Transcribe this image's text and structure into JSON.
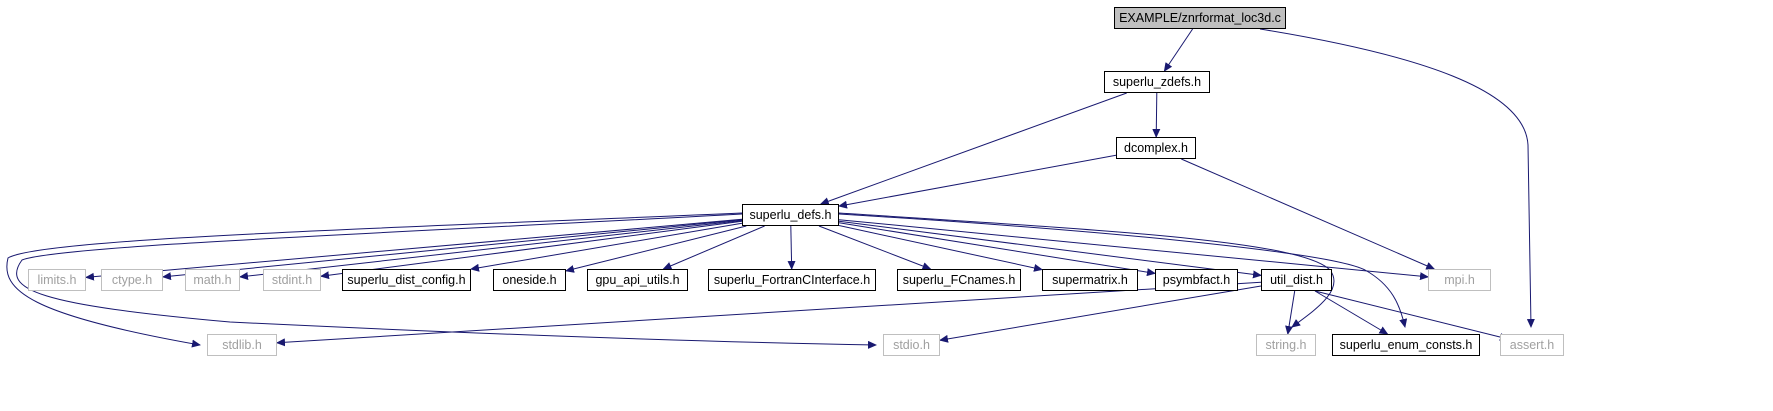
{
  "graph": {
    "edge_color": "#191970",
    "nodes": [
      {
        "id": "root",
        "label": "EXAMPLE/znrformat_loc3d.c",
        "kind": "root"
      },
      {
        "id": "zdefs",
        "label": "superlu_zdefs.h",
        "kind": "documented"
      },
      {
        "id": "dcomplex",
        "label": "dcomplex.h",
        "kind": "documented"
      },
      {
        "id": "defs",
        "label": "superlu_defs.h",
        "kind": "documented"
      },
      {
        "id": "limits",
        "label": "limits.h",
        "kind": "external"
      },
      {
        "id": "ctype",
        "label": "ctype.h",
        "kind": "external"
      },
      {
        "id": "math",
        "label": "math.h",
        "kind": "external"
      },
      {
        "id": "stdint",
        "label": "stdint.h",
        "kind": "external"
      },
      {
        "id": "config",
        "label": "superlu_dist_config.h",
        "kind": "documented"
      },
      {
        "id": "oneside",
        "label": "oneside.h",
        "kind": "documented"
      },
      {
        "id": "gpu",
        "label": "gpu_api_utils.h",
        "kind": "documented"
      },
      {
        "id": "fortran",
        "label": "superlu_FortranCInterface.h",
        "kind": "documented"
      },
      {
        "id": "fcnames",
        "label": "superlu_FCnames.h",
        "kind": "documented"
      },
      {
        "id": "supermatrix",
        "label": "supermatrix.h",
        "kind": "documented"
      },
      {
        "id": "psymbfact",
        "label": "psymbfact.h",
        "kind": "documented"
      },
      {
        "id": "util",
        "label": "util_dist.h",
        "kind": "documented"
      },
      {
        "id": "mpi",
        "label": "mpi.h",
        "kind": "external"
      },
      {
        "id": "assert",
        "label": "assert.h",
        "kind": "external"
      },
      {
        "id": "stdlib",
        "label": "stdlib.h",
        "kind": "external"
      },
      {
        "id": "stdio",
        "label": "stdio.h",
        "kind": "external"
      },
      {
        "id": "string",
        "label": "string.h",
        "kind": "external"
      },
      {
        "id": "enum",
        "label": "superlu_enum_consts.h",
        "kind": "documented"
      }
    ],
    "edges": [
      [
        "root",
        "zdefs"
      ],
      [
        "root",
        "assert"
      ],
      [
        "zdefs",
        "dcomplex"
      ],
      [
        "zdefs",
        "defs"
      ],
      [
        "dcomplex",
        "defs"
      ],
      [
        "dcomplex",
        "mpi"
      ],
      [
        "defs",
        "limits"
      ],
      [
        "defs",
        "ctype"
      ],
      [
        "defs",
        "math"
      ],
      [
        "defs",
        "stdint"
      ],
      [
        "defs",
        "config"
      ],
      [
        "defs",
        "oneside"
      ],
      [
        "defs",
        "gpu"
      ],
      [
        "defs",
        "fortran"
      ],
      [
        "defs",
        "fcnames"
      ],
      [
        "defs",
        "supermatrix"
      ],
      [
        "defs",
        "psymbfact"
      ],
      [
        "defs",
        "util"
      ],
      [
        "defs",
        "mpi"
      ],
      [
        "defs",
        "stdlib"
      ],
      [
        "defs",
        "stdio"
      ],
      [
        "defs",
        "string"
      ],
      [
        "defs",
        "enum"
      ],
      [
        "util",
        "stdlib"
      ],
      [
        "util",
        "stdio"
      ],
      [
        "util",
        "string"
      ],
      [
        "util",
        "enum"
      ],
      [
        "util",
        "assert"
      ]
    ]
  }
}
